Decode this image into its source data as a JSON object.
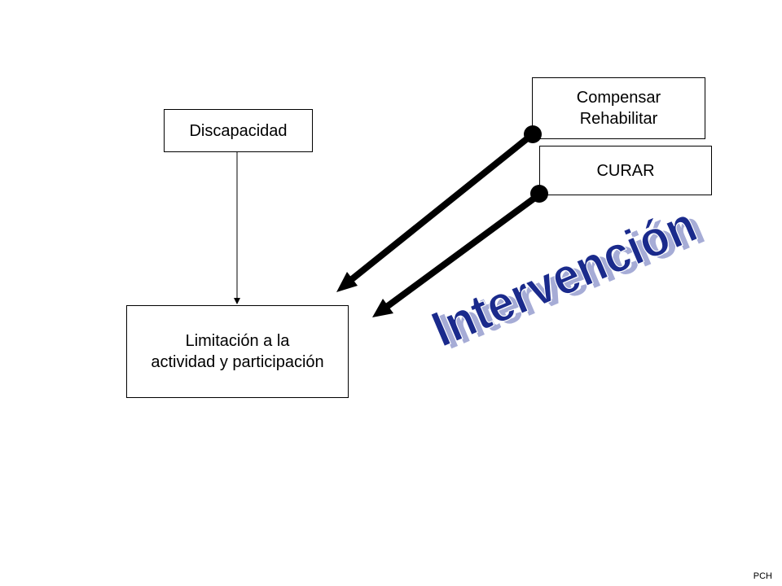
{
  "diagram": {
    "nodes": {
      "discapacidad": {
        "lines": [
          "Discapacidad"
        ]
      },
      "limitacion": {
        "lines": [
          "Limitación a la",
          "actividad y participación"
        ]
      },
      "compensar": {
        "lines": [
          "Compensar",
          "Rehabilitar"
        ]
      },
      "curar": {
        "lines": [
          "CURAR"
        ]
      }
    },
    "wordart": {
      "text": "Intervención",
      "fill_color": "#1a2a8c",
      "shadow_color": "#a6acd6"
    },
    "footer": {
      "mark": "PCH"
    },
    "colors": {
      "line": "#000000",
      "box_border": "#000000",
      "background": "#ffffff"
    }
  }
}
